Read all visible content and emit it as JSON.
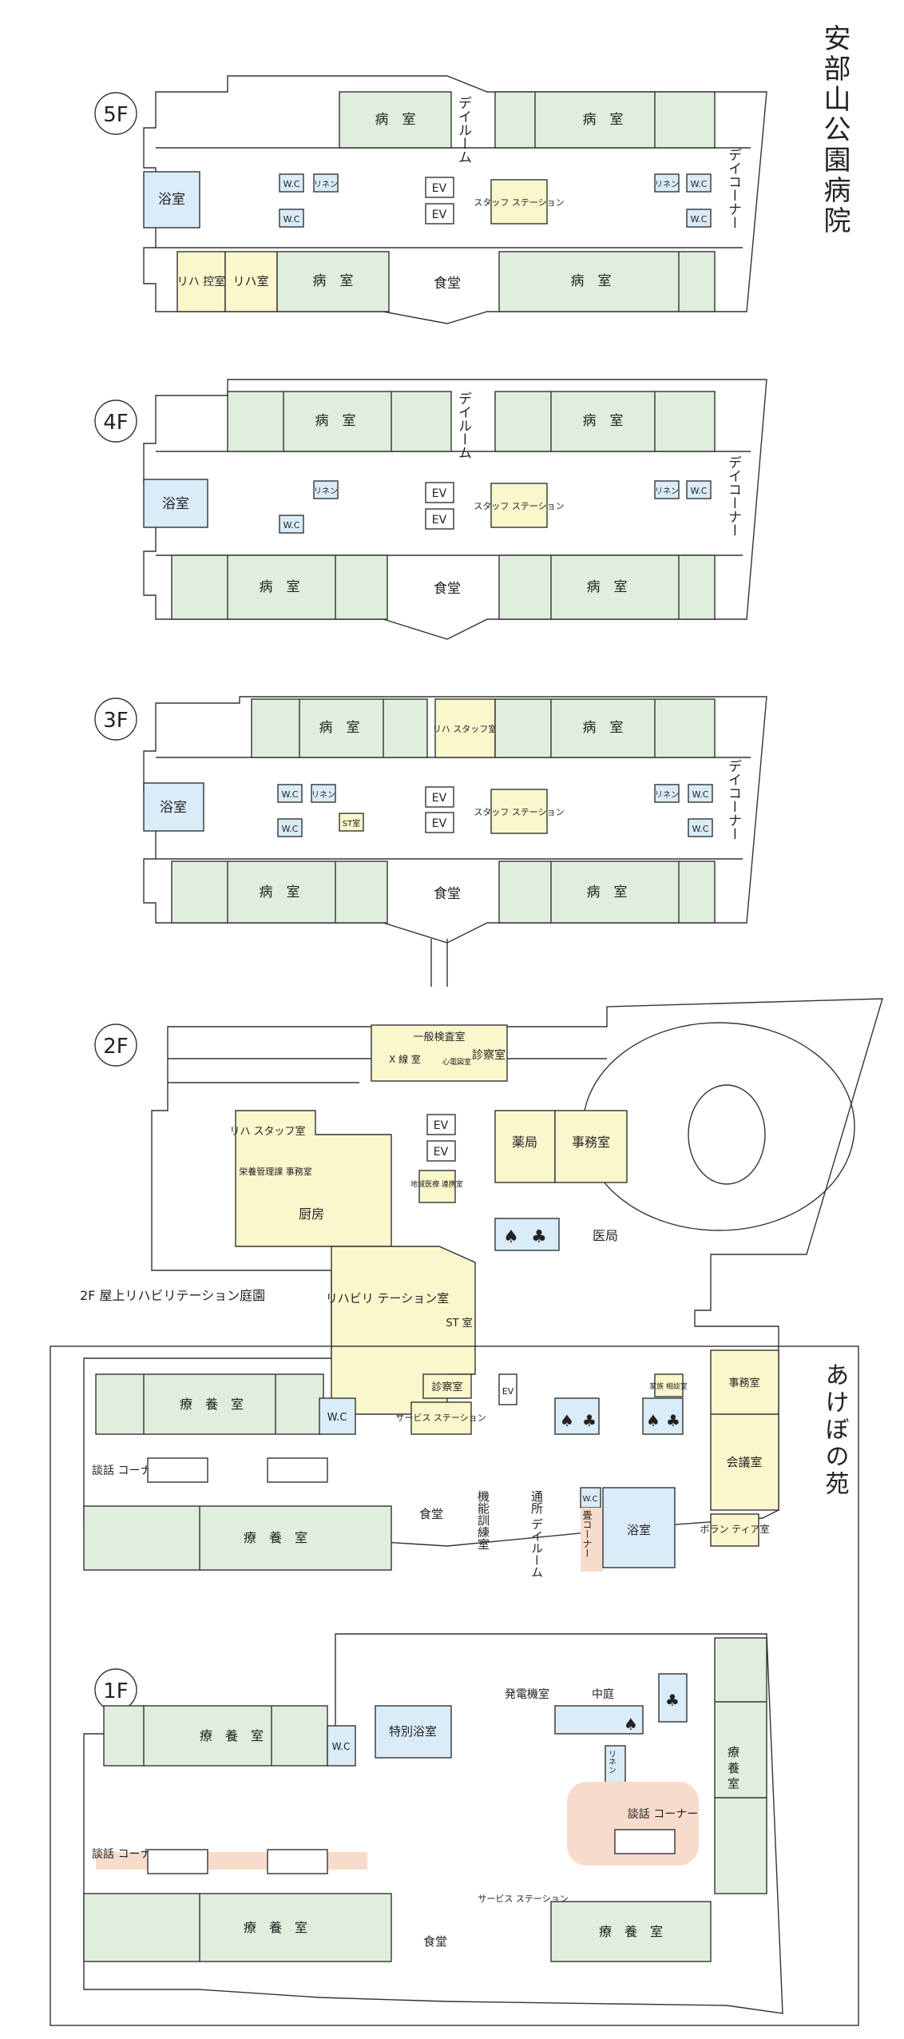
{
  "title": "安部山公園病院",
  "annex_title": "あけぼの苑",
  "floors": {
    "f5": {
      "label": "5F",
      "rooms": {
        "ward_a": "病　室",
        "ward_b": "病　室",
        "ward_c": "病　室",
        "ward_d": "病　室",
        "dayroom": "デイルーム",
        "bath": "浴室",
        "wc1": "W.C",
        "wc2": "W.C",
        "wc3": "W.C",
        "wc4": "W.C",
        "linen1": "リネン",
        "linen2": "リネン",
        "ev1": "EV",
        "ev2": "EV",
        "staff": "スタッフ ステーション",
        "day_corner": "デイコーナー",
        "rehab_waiting": "リハ 控室",
        "rehab": "リハ室",
        "dining": "食堂"
      }
    },
    "f4": {
      "label": "4F",
      "rooms": {
        "ward_a": "病　室",
        "ward_b": "病　室",
        "ward_c": "病　室",
        "ward_d": "病　室",
        "dayroom": "デイルーム",
        "bath": "浴室",
        "wc1": "W.C",
        "wc2": "W.C",
        "linen1": "リネン",
        "linen2": "リネン",
        "ev1": "EV",
        "ev2": "EV",
        "staff": "スタッフ ステーション",
        "day_corner": "デイコーナー",
        "dining": "食堂"
      }
    },
    "f3": {
      "label": "3F",
      "rooms": {
        "ward_a": "病　室",
        "ward_b": "病　室",
        "ward_c": "病　室",
        "ward_d": "病　室",
        "rehab_staff": "リハ スタッフ室",
        "bath": "浴室",
        "wc1": "W.C",
        "wc2": "W.C",
        "wc3": "W.C",
        "wc4": "W.C",
        "linen1": "リネン",
        "linen2": "リネン",
        "st": "ST室",
        "ev1": "EV",
        "ev2": "EV",
        "staff": "スタッフ ステーション",
        "day_corner": "デイコーナー",
        "dining": "食堂"
      }
    },
    "f2": {
      "label": "2F",
      "rooms": {
        "general_exam": "一般検査室",
        "xray": "X 線 室",
        "ecg": "心電図室",
        "consult": "診察室",
        "ev1": "EV",
        "ev2": "EV",
        "pharmacy": "薬局",
        "office": "事務室",
        "rehab_staff": "リハ スタッフ室",
        "nutrition": "栄養管理課 事務室",
        "regional": "地域医療 連携室",
        "kitchen": "厨房",
        "medical_office": "医局",
        "roof_garden": "2F 屋上リハビリテーション庭園",
        "rehab": "リハビリ テーション室",
        "st": "ST 室",
        "care_a": "療　養　室",
        "care_b": "療　養　室",
        "wc": "W.C",
        "consult2": "診察室",
        "service": "サービス ステーション",
        "ev3": "EV",
        "family": "家族 相談室",
        "office2": "事務室",
        "meeting": "会議室",
        "talk": "談話 コーナー",
        "dining": "食堂",
        "functional": "機能訓練室",
        "day_commute": "通所 デイルーム",
        "wc2": "W.C",
        "tatami": "畳コーナー",
        "bath": "浴室",
        "volunteer": "ボラン ティア室"
      }
    },
    "f1": {
      "label": "1F",
      "rooms": {
        "generator": "発電機室",
        "courtyard": "中庭",
        "care_a": "療　養　室",
        "care_b": "療　養　室",
        "care_c": "療　養　室",
        "care_d": "療 養 室",
        "wc": "W.C",
        "special_bath": "特別浴室",
        "linen": "リネン",
        "talk1": "談話 コーナー",
        "talk2": "談話 コーナー",
        "service": "サービス ステーション",
        "dining": "食堂"
      }
    }
  },
  "colors": {
    "ward": "#dfeedd",
    "blue": "#d9ecf8",
    "yellow": "#fbf7cc",
    "pink": "#f8dccb",
    "line": "#333333"
  }
}
